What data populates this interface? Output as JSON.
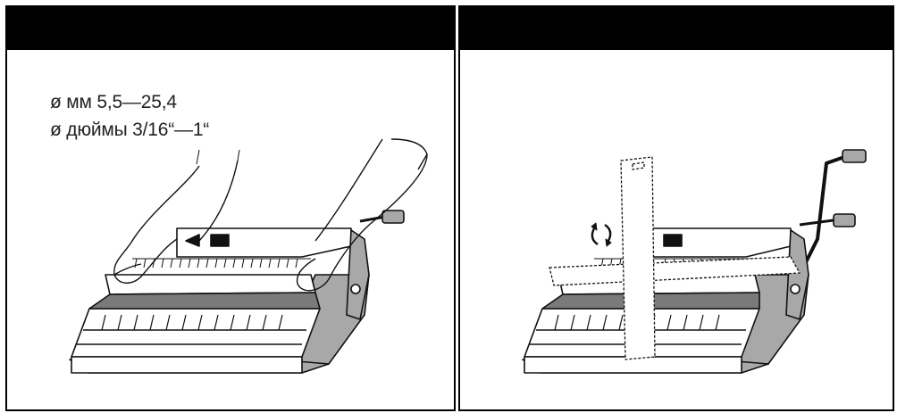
{
  "panels": [
    {
      "id": "left",
      "spec_lines": [
        "ø мм 5,5—25,4",
        "ø дюймы 3/16“—1“"
      ]
    },
    {
      "id": "right"
    }
  ],
  "colors": {
    "header": "#000000",
    "machine_side": "#a8a8a8",
    "machine_dark": "#7a7a7a",
    "line": "#111111"
  },
  "icons": [
    "binding-machine",
    "hand",
    "crank-handle",
    "rotate-arrows",
    "binding-wire"
  ]
}
